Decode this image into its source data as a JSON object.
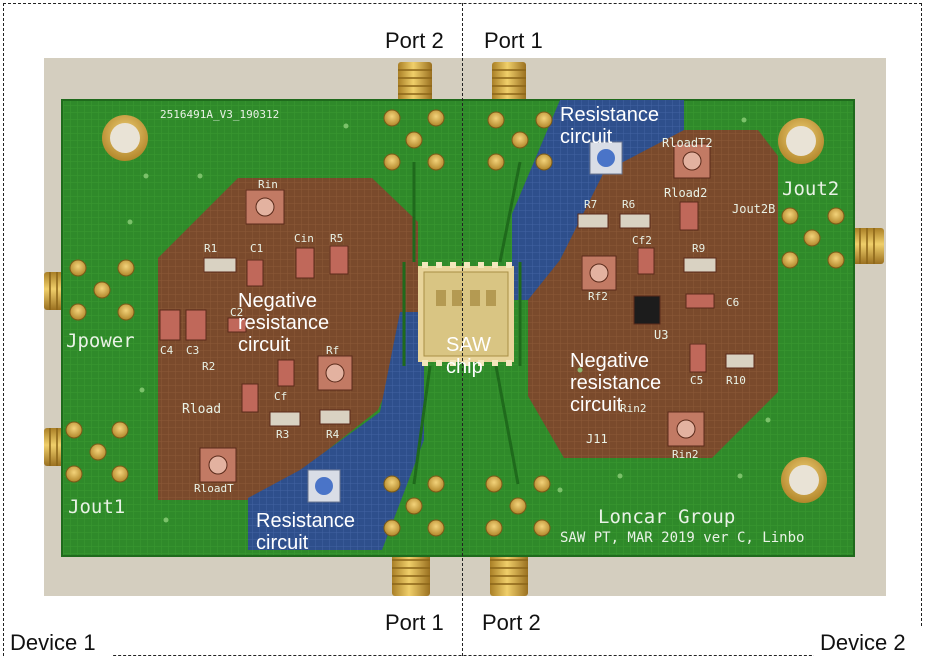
{
  "labels": {
    "port2_left": "Port 2",
    "port1_right": "Port 1",
    "port1_bottom": "Port 1",
    "port2_bottom": "Port 2",
    "device1": "Device 1",
    "device2": "Device 2",
    "saw_chip": "SAW\nchip",
    "neg_left": "Negative\nresistance\ncircuit",
    "neg_right": "Negative\nresistance\ncircuit",
    "res_left": "Resistance\ncircuit",
    "res_right": "Resistance\ncircuit"
  },
  "silkscreen": {
    "board_id": "2516491A_V3_190312",
    "jpower": "Jpower",
    "jout1": "Jout1",
    "jout2": "Jout2",
    "jout2b": "Jout2B",
    "group": "Loncar Group",
    "version": "SAW PT, MAR 2019 ver C, Linbo",
    "j11": "J11",
    "u3": "U3",
    "left_parts": [
      "Rin",
      "R1",
      "C1",
      "Cin",
      "R5",
      "C2",
      "C4",
      "C3",
      "R2",
      "Rf",
      "Rload",
      "Cf",
      "R3",
      "R4",
      "RloadT"
    ],
    "right_parts": [
      "RloadT2",
      "Rload2",
      "R7",
      "R6",
      "Cf2",
      "R9",
      "Rf2",
      "C6",
      "C5",
      "R10",
      "Rin2",
      "Rin2"
    ]
  },
  "colors": {
    "board_green": "#2f8a2a",
    "copper_brown": "#7a4a2c",
    "blue_region": "#2e4f8c",
    "gold": "#d1a73c",
    "background_wood": "#d8d2c4"
  }
}
